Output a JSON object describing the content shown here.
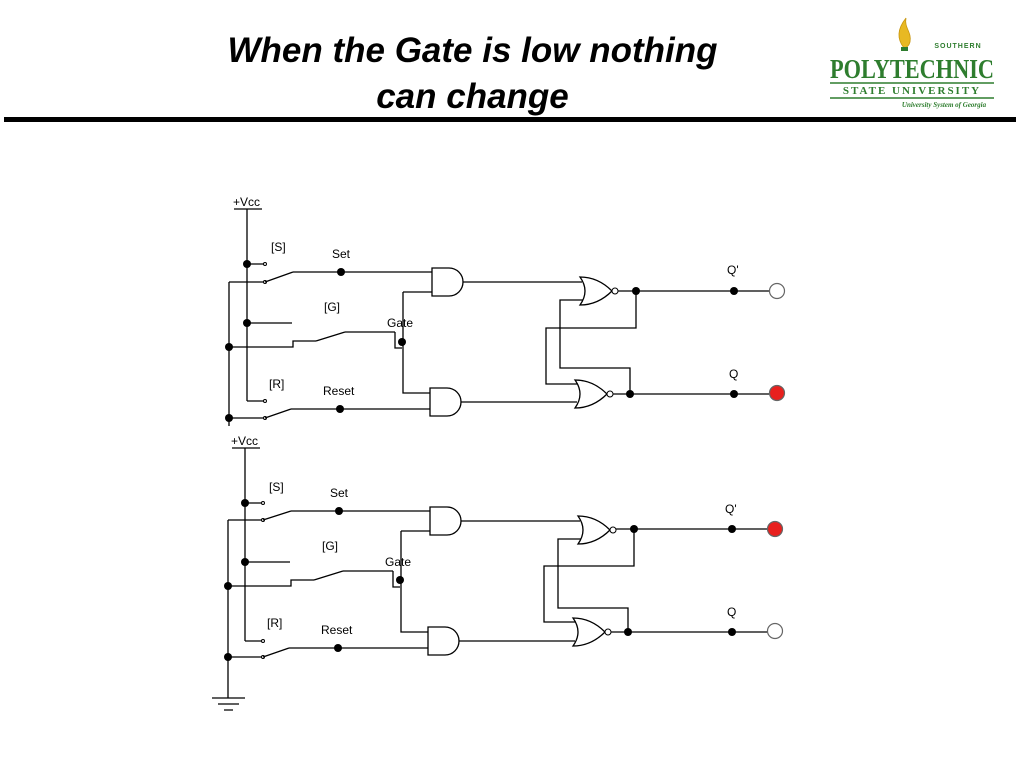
{
  "slide": {
    "title_line1": "When the Gate is low nothing",
    "title_line2": "can change"
  },
  "logo": {
    "southern": "SOUTHERN",
    "polytechnic": "POLYTECHNIC",
    "state_university": "STATE UNIVERSITY",
    "system": "University System of Georgia",
    "colors": {
      "green": "#2e7d2e",
      "gold": "#e8b923"
    }
  },
  "circuits": [
    {
      "vcc": "+Vcc",
      "s_switch": "[S]",
      "g_switch": "[G]",
      "r_switch": "[R]",
      "set": "Set",
      "gate": "Gate",
      "reset": "Reset",
      "qbar": "Q'",
      "q": "Q",
      "qbar_lamp_on": false,
      "q_lamp_on": true
    },
    {
      "vcc": "+Vcc",
      "s_switch": "[S]",
      "g_switch": "[G]",
      "r_switch": "[R]",
      "set": "Set",
      "gate": "Gate",
      "reset": "Reset",
      "qbar": "Q'",
      "q": "Q",
      "qbar_lamp_on": true,
      "q_lamp_on": false
    }
  ],
  "colors": {
    "lamp_on": "#e8201e",
    "lamp_off": "#ffffff"
  }
}
